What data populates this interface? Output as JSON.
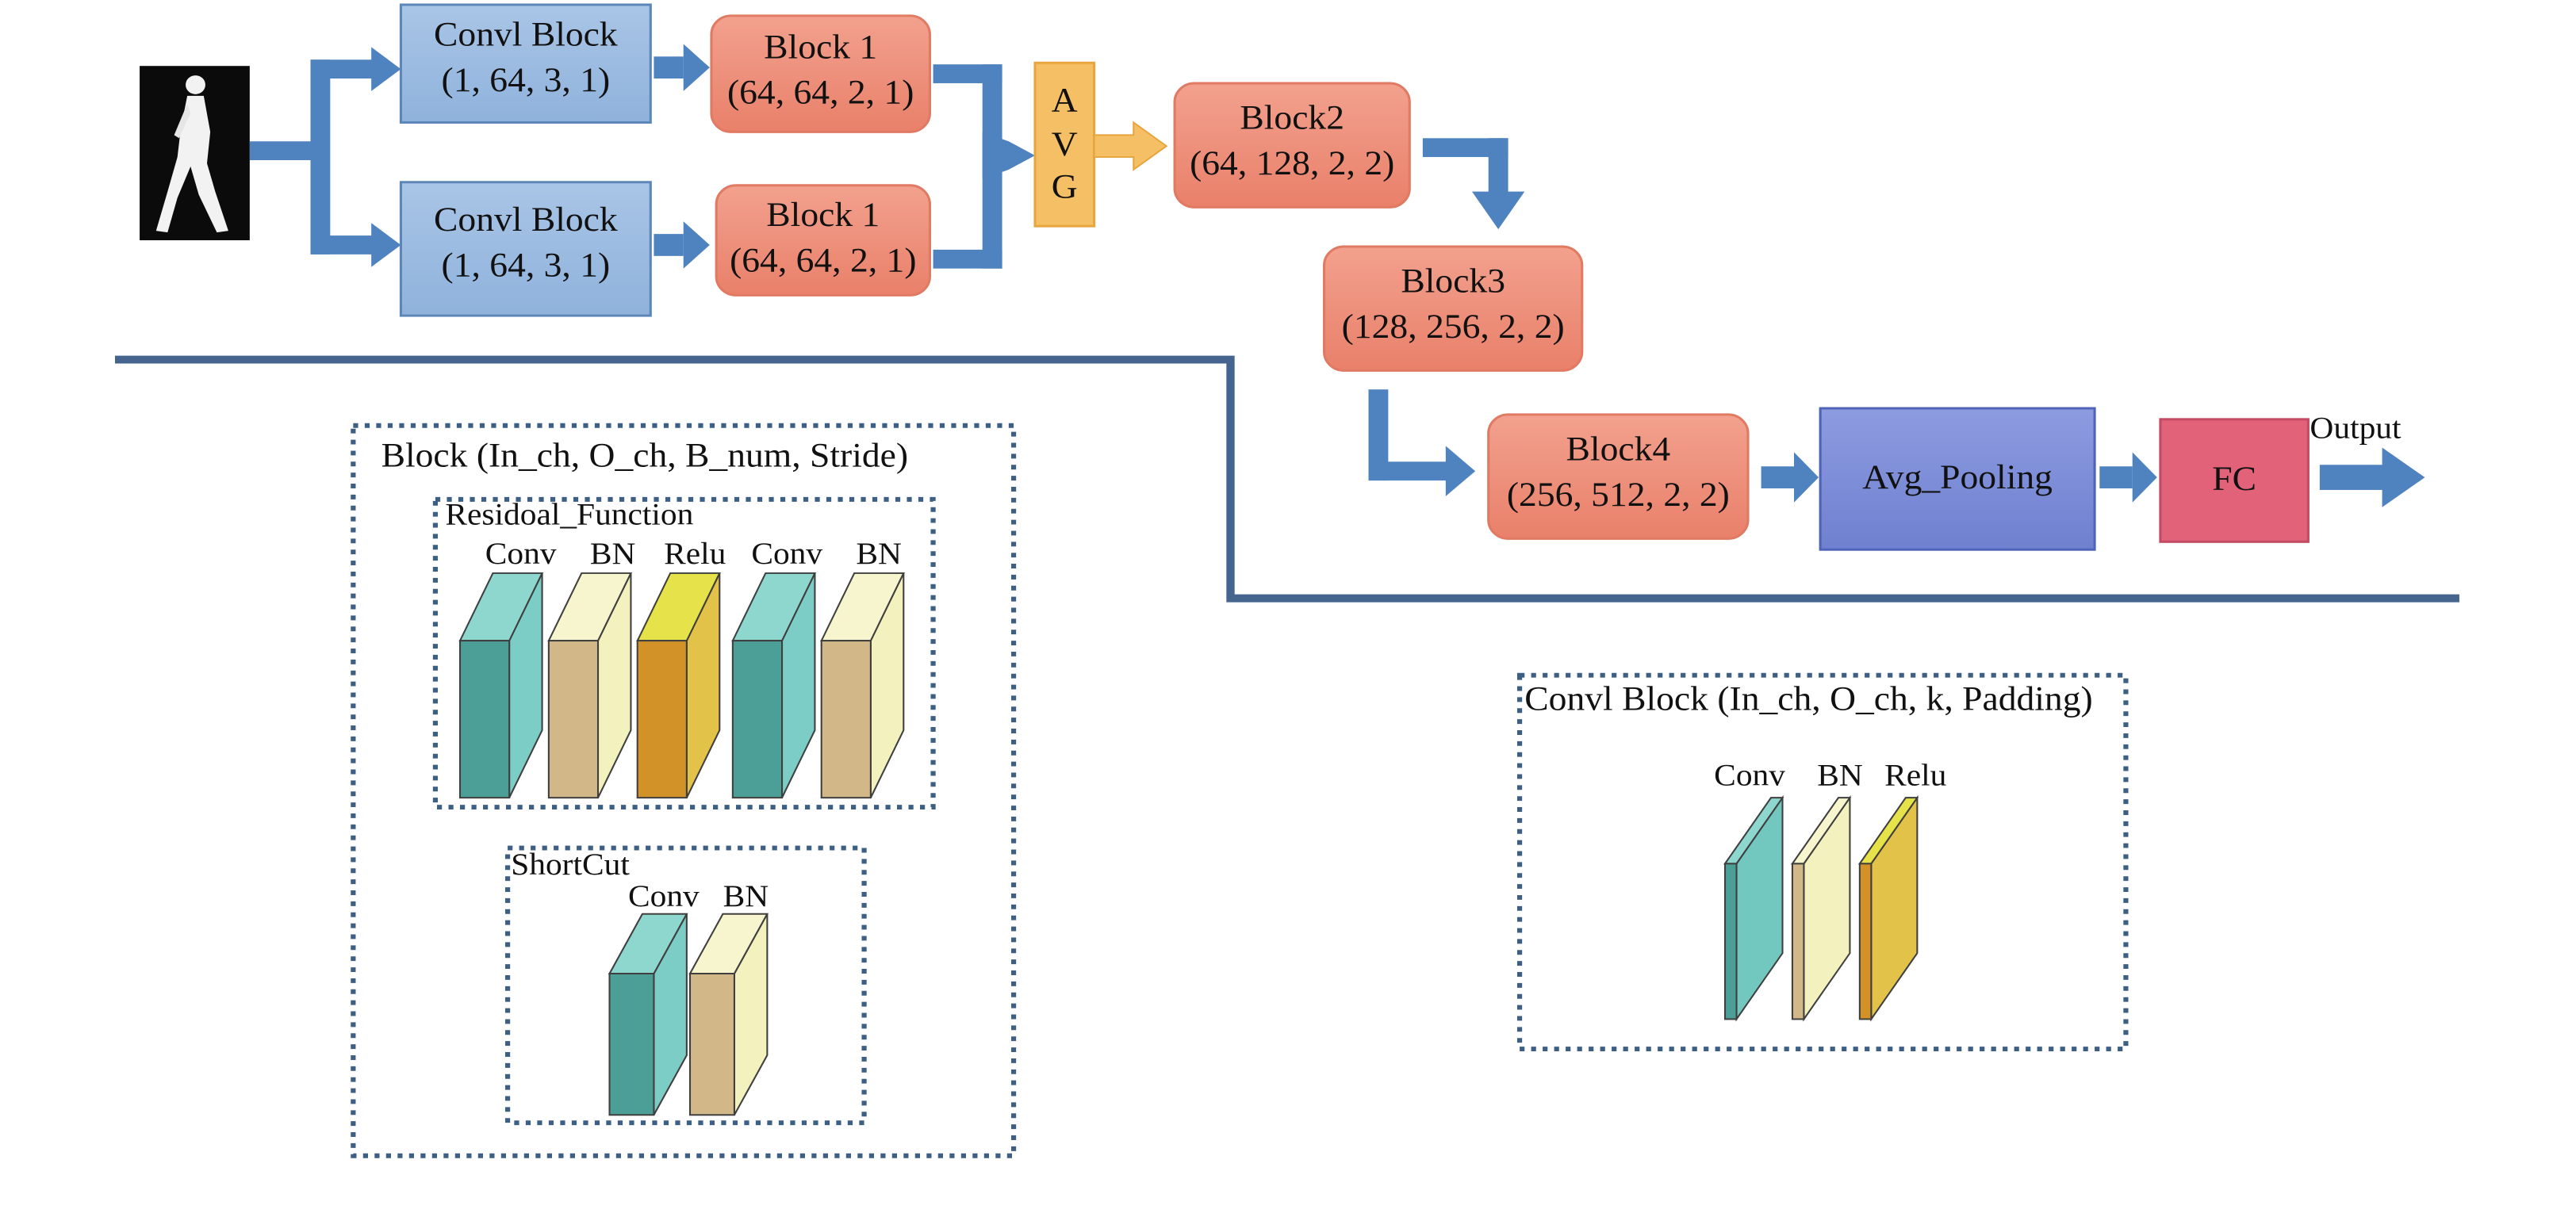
{
  "pipeline": {
    "conv_top": {
      "title": "Convl Block",
      "params": "(1, 64, 3, 1)"
    },
    "conv_bottom": {
      "title": "Convl Block",
      "params": "(1, 64, 3, 1)"
    },
    "block1_top": {
      "title": "Block 1",
      "params": "(64, 64, 2, 1)"
    },
    "block1_bottom": {
      "title": "Block 1",
      "params": "(64, 64, 2, 1)"
    },
    "avg": {
      "letters": [
        "A",
        "V",
        "G"
      ]
    },
    "block2": {
      "title": "Block2",
      "params": "(64, 128, 2, 2)"
    },
    "block3": {
      "title": "Block3",
      "params": "(128, 256, 2, 2)"
    },
    "block4": {
      "title": "Block4",
      "params": "(256, 512, 2, 2)"
    },
    "avg_pooling": {
      "label": "Avg_Pooling"
    },
    "fc": {
      "label": "FC"
    },
    "output": {
      "label": "Output"
    }
  },
  "legend_block": {
    "title": "Block (In_ch, O_ch, B_num, Stride)",
    "residual": {
      "title": "Residoal_Function",
      "layers": [
        "Conv",
        "BN",
        "Relu",
        "Conv",
        "BN"
      ]
    },
    "shortcut": {
      "title": "ShortCut",
      "layers": [
        "Conv",
        "BN"
      ]
    }
  },
  "legend_conv": {
    "title": "Convl Block (In_ch, O_ch, k, Padding)",
    "layers": [
      "Conv",
      "BN",
      "Relu"
    ]
  },
  "colors": {
    "blue_box": "#9bbbe0",
    "salmon_box": "#ec8c76",
    "avg_box": "#f5bf66",
    "pool_box": "#7f8fd8",
    "fc_box": "#e2627a",
    "arrow": "#4f83c0",
    "teal": "#4b9f97",
    "tan": "#d2b889",
    "orange": "#d39227"
  }
}
